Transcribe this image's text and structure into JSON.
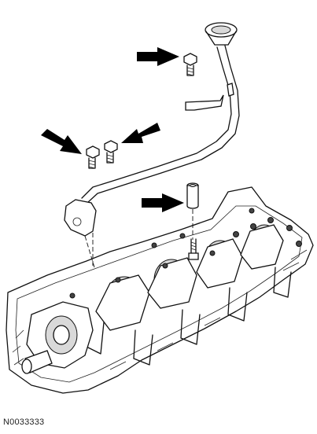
{
  "figure": {
    "reference_code": "N0033333"
  },
  "callouts": [
    {
      "name": "arrow-upper-bolt"
    },
    {
      "name": "arrow-left-bolt-1"
    },
    {
      "name": "arrow-left-bolt-2"
    },
    {
      "name": "arrow-spacer"
    }
  ]
}
